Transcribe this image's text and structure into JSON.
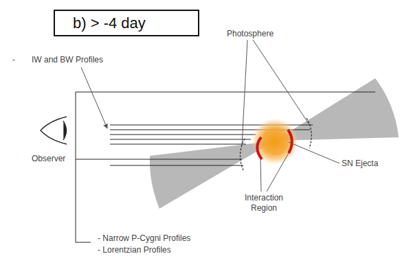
{
  "diagram": {
    "nodes": [
      {
        "text": [
          "b) > -4 day"
        ]
      }
    ],
    "labels": [
      "-",
      "IW and BW Profiles",
      "Photosphere",
      "Observer",
      "SN Ejecta",
      "Interaction Region",
      "- Narrow P-Cygni Profiles",
      "- Lorentzian Profiles"
    ]
  }
}
